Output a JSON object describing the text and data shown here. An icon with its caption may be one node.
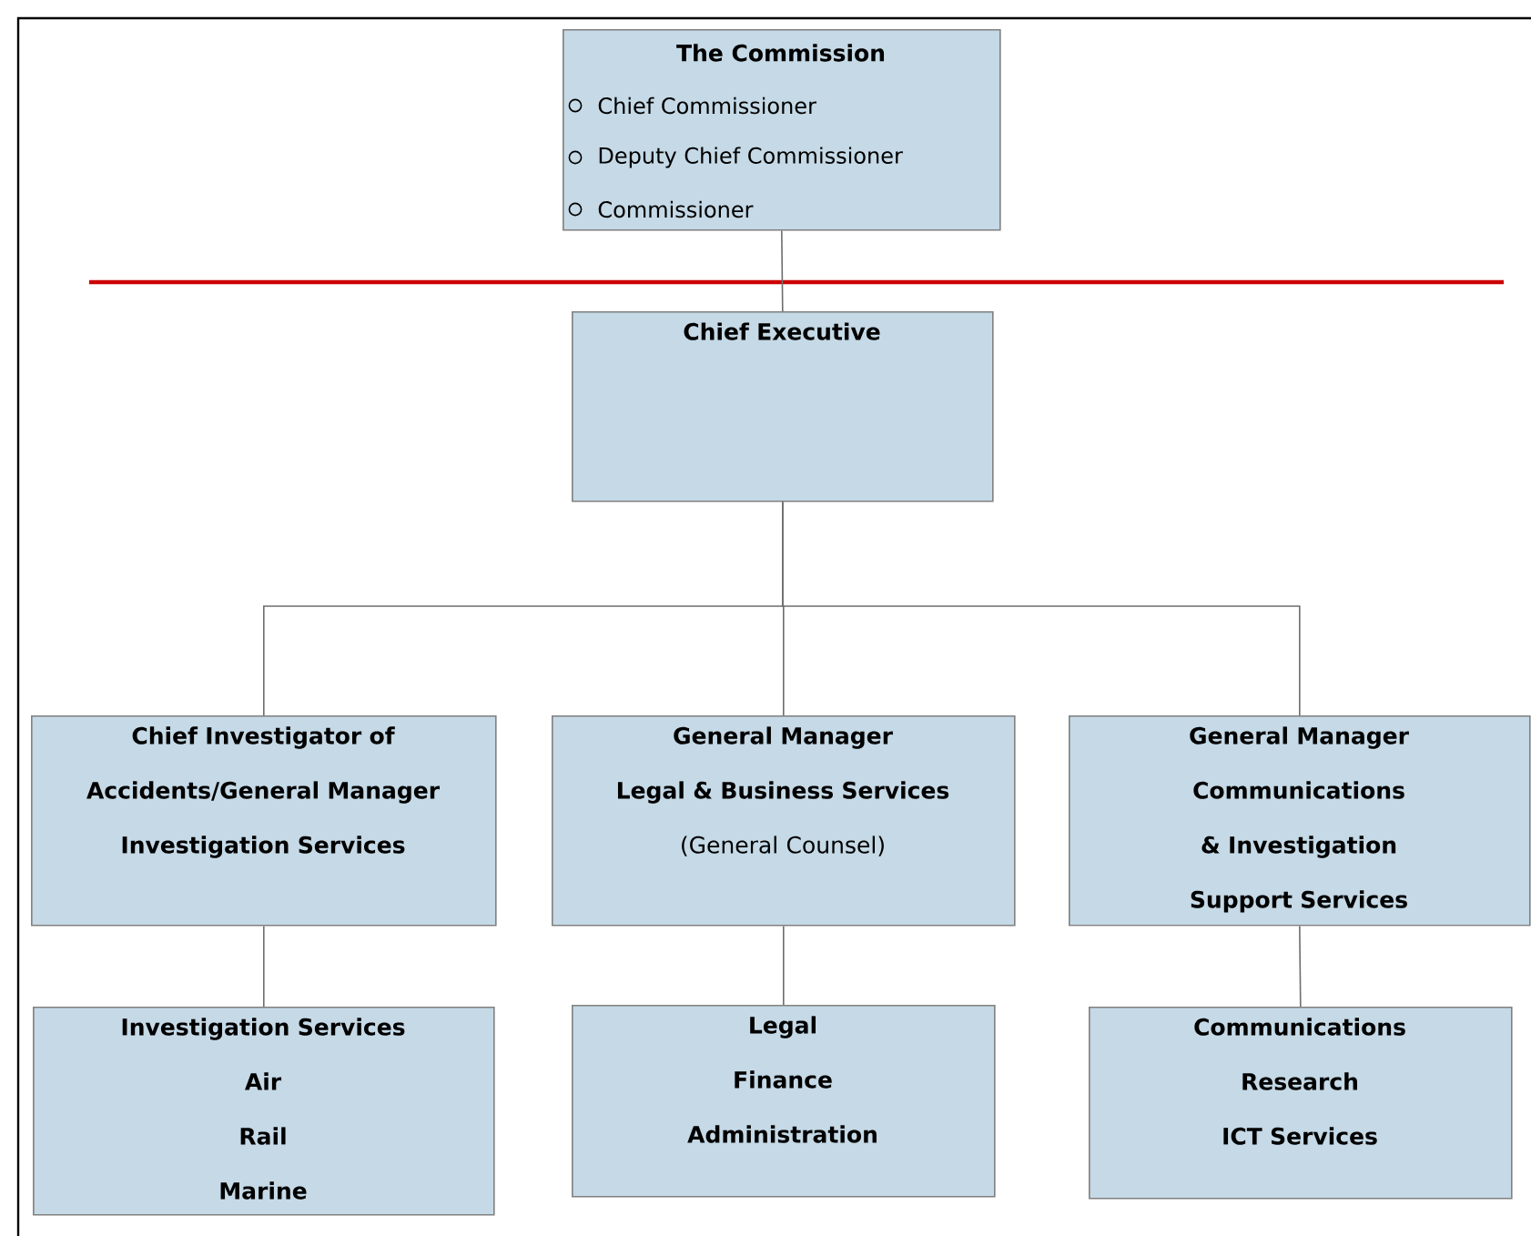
{
  "diagram": {
    "nodes": [
      {
        "text": [
          "The Commission",
          "Chief Commissioner",
          "Deputy Chief Commissioner",
          "Commissioner"
        ]
      },
      {
        "text": [
          "Chief Executive"
        ]
      },
      {
        "text": [
          "Chief Investigator of Accidents/General Manager",
          "Investigation Services"
        ]
      },
      {
        "text": [
          "General Manager",
          "Legal & Business Services",
          "(General Counsel)"
        ]
      },
      {
        "text": [
          "General Manager",
          "Communications & Investigation Support Services"
        ]
      },
      {
        "text": [
          "Investigation Services",
          "Air",
          "Rail",
          "Marine"
        ]
      },
      {
        "text": [
          "Legal",
          "Finance",
          "Administration"
        ]
      },
      {
        "text": [
          "Communications",
          "Research",
          "ICT Services"
        ]
      }
    ],
    "edges": [
      {
        "from": 0,
        "to": 1,
        "arrow": "none"
      },
      {
        "from": 1,
        "to": 2,
        "arrow": "none"
      },
      {
        "from": 1,
        "to": 3,
        "arrow": "none"
      },
      {
        "from": 1,
        "to": 4,
        "arrow": "none"
      },
      {
        "from": 2,
        "to": 5,
        "arrow": "none"
      },
      {
        "from": 3,
        "to": 6,
        "arrow": "none"
      },
      {
        "from": 4,
        "to": 7,
        "arrow": "none"
      }
    ]
  }
}
